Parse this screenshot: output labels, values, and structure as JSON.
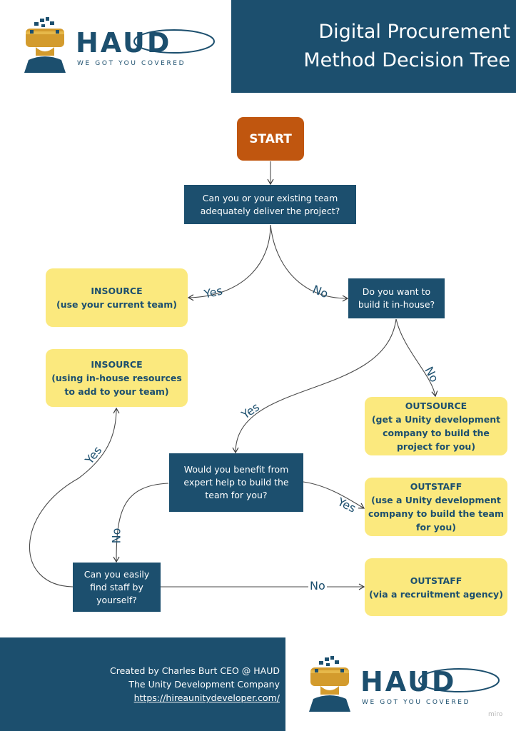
{
  "logo": {
    "brand": "HAUD",
    "tagline": "WE GOT YOU COVERED"
  },
  "title": {
    "line1": "Digital Procurement",
    "line2": "Method Decision Tree"
  },
  "nodes": {
    "start": "START",
    "q1": [
      "Can you or your existing team",
      "adequately deliver the project?"
    ],
    "q2": [
      "Do you want to",
      "build it in-house?"
    ],
    "q3": [
      "Would you benefit from",
      "expert help to build the",
      "team for you?"
    ],
    "q4": [
      "Can you easily",
      "find staff by",
      "yourself?"
    ],
    "insource1": [
      "INSOURCE",
      "(use your current team)"
    ],
    "insource2": [
      "INSOURCE",
      "(using in-house resources",
      "to add to your team)"
    ],
    "outsource": [
      "OUTSOURCE",
      "(get a Unity development",
      "company to build the",
      "project for you)"
    ],
    "outstaff1": [
      "OUTSTAFF",
      "(use a Unity development",
      "company to build the team",
      "for you)"
    ],
    "outstaff2": [
      "OUTSTAFF",
      "(via a recruitment agency)"
    ]
  },
  "edges": {
    "yes": "Yes",
    "no": "No"
  },
  "footer": {
    "line1": "Created by Charles Burt CEO @ HAUD",
    "line2": "The Unity Development Company",
    "link": "https://hireaunitydeveloper.com/"
  },
  "watermark": "miro",
  "colors": {
    "navy": "#1c4f6e",
    "orange": "#c0560f",
    "yellow": "#fbe97e",
    "gold": "#d39b2d"
  }
}
